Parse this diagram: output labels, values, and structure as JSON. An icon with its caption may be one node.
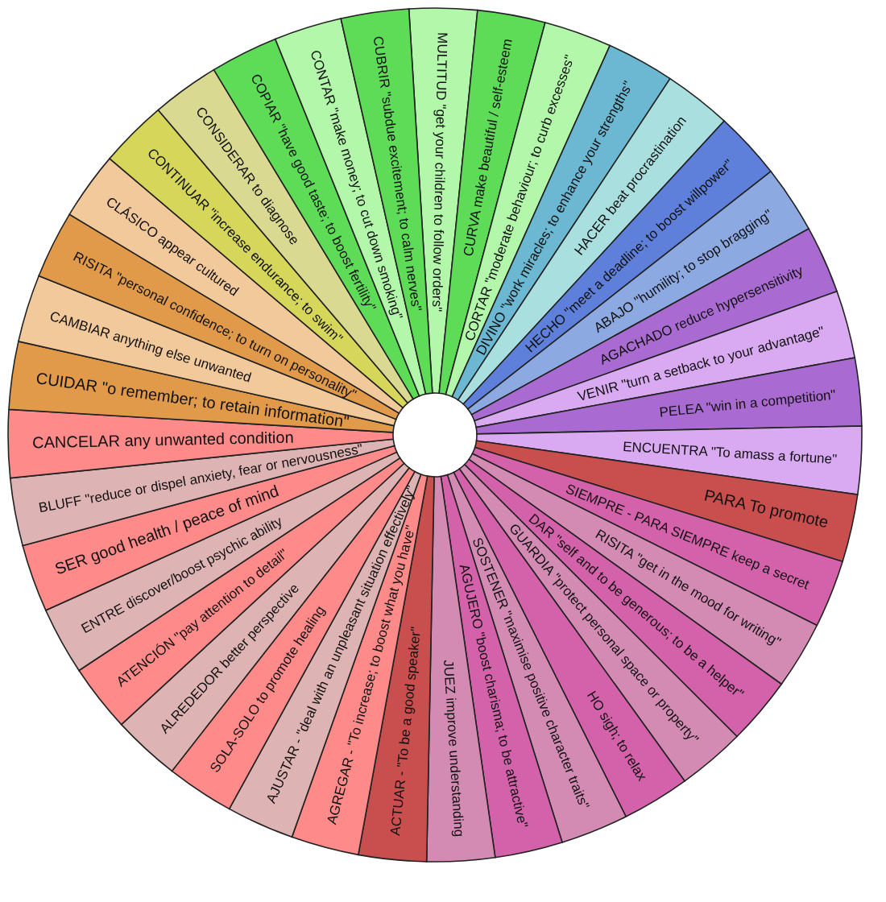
{
  "diagram": {
    "nodes": [
      {
        "text": [
          "MULTITUD \"get your children to follow orders\""
        ]
      },
      {
        "text": [
          "CURVA make beautiful / self-esteem"
        ]
      },
      {
        "text": [
          "CORTAR \"moderate behaviour; to curb excesses\""
        ]
      },
      {
        "text": [
          "DIVINO \"work miracles; to enhance your strengths\""
        ]
      },
      {
        "text": [
          "HACER beat procrastination"
        ]
      },
      {
        "text": [
          "HECHO \"meet a deadline; to boost willpower\""
        ]
      },
      {
        "text": [
          "ABAJO \"humility; to stop bragging\""
        ]
      },
      {
        "text": [
          "AGACHADO reduce hypersensitivity"
        ]
      },
      {
        "text": [
          "VENIR \"turn a setback to your advantage\""
        ]
      },
      {
        "text": [
          "PELEA \"win in a competition\""
        ]
      },
      {
        "text": [
          "ENCUENTRA \"To amass a fortune\""
        ]
      },
      {
        "text": [
          "PARA To promote"
        ]
      },
      {
        "text": [
          "SIEMPRE - PARA SIEMPRE keep a secret"
        ]
      },
      {
        "text": [
          "RISITA \"get in the mood for writing\""
        ]
      },
      {
        "text": [
          "DAR \"self and to be generous; to be a helper\""
        ]
      },
      {
        "text": [
          "GUARDIA \"protect personal space or property\""
        ]
      },
      {
        "text": [
          "HO sigh; to relax"
        ]
      },
      {
        "text": [
          "SOSTENER \"maximise positive character traits\""
        ]
      },
      {
        "text": [
          "AGUJERO \"boost charisma; to be attractive\""
        ]
      },
      {
        "text": [
          "JUEZ improve understanding"
        ]
      },
      {
        "text": [
          "ACTUAR - \"To be a good speaker\""
        ]
      },
      {
        "text": [
          "AGREGAR - \"To increase; to boost what you have\""
        ]
      },
      {
        "text": [
          "AJUSTAR - \"deal with an unpleasant situation effectively\""
        ]
      },
      {
        "text": [
          "SOLA-SOLO to promote healing"
        ]
      },
      {
        "text": [
          "ALREDEDOR better perspective"
        ]
      },
      {
        "text": [
          "ATENCIÓN \"pay attention to detail\""
        ]
      },
      {
        "text": [
          "ENTRE discover/boost psychic ability"
        ]
      },
      {
        "text": [
          "SER good health / peace of mind"
        ]
      },
      {
        "text": [
          "BLUFF \"reduce or dispel anxiety, fear or nervousness\""
        ]
      },
      {
        "text": [
          "CANCELAR any unwanted condition"
        ]
      },
      {
        "text": [
          "CUIDAR \"o remember; to retain information\""
        ]
      },
      {
        "text": [
          "CAMBIAR anything else unwanted"
        ]
      },
      {
        "text": [
          "RISITA \"personal confidence; to turn on personality\""
        ]
      },
      {
        "text": [
          "CLÁSICO appear cultured"
        ]
      },
      {
        "text": [
          "CONTINUAR \"increase endurance; to swim\""
        ]
      },
      {
        "text": [
          "CONSIDERAR to diagnose"
        ]
      },
      {
        "text": [
          "COPIAR \"have good taste; to boost fertility\""
        ]
      },
      {
        "text": [
          "CONTAR \"make money; to cut down smoking\""
        ]
      },
      {
        "text": [
          "CUBRIR \"subdue excitement; to calm nerves\""
        ]
      }
    ]
  }
}
